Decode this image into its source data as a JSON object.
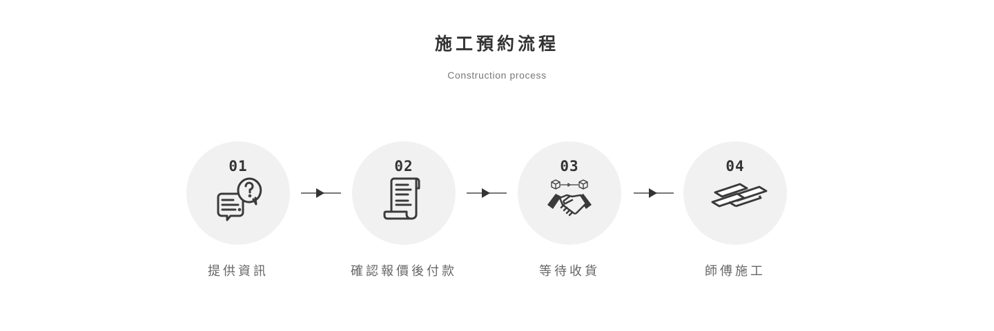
{
  "header": {
    "title": "施工預約流程",
    "subtitle": "Construction process"
  },
  "steps": [
    {
      "number": "01",
      "label": "提供資訊",
      "icon": "chat-question-icon"
    },
    {
      "number": "02",
      "label": "確認報價後付款",
      "icon": "scroll-document-icon"
    },
    {
      "number": "03",
      "label": "等待收貨",
      "icon": "handshake-delivery-icon"
    },
    {
      "number": "04",
      "label": "師傅施工",
      "icon": "floor-tiles-icon"
    }
  ],
  "colors": {
    "circle_bg": "#f1f1f1",
    "text_dark": "#333333",
    "text_muted": "#666666",
    "arrow": "#777777"
  }
}
